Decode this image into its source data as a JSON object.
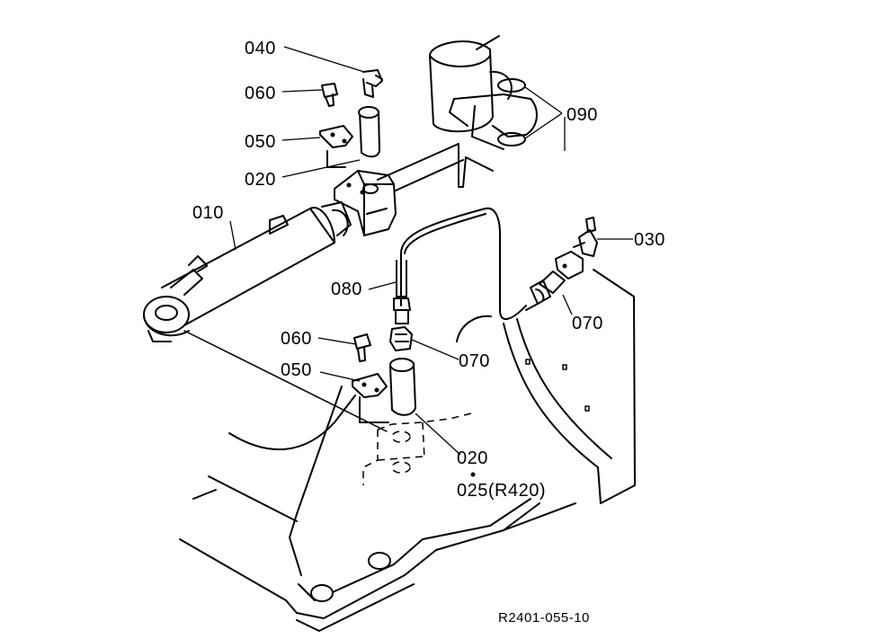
{
  "callouts": {
    "c040": "040",
    "c060_top": "060",
    "c050_top": "050",
    "c020_top": "020",
    "c010": "010",
    "c090": "090",
    "c030": "030",
    "c080": "080",
    "c070_right": "070",
    "c060_bottom": "060",
    "c050_bottom": "050",
    "c070_bottom": "070",
    "c020_bottom": "020",
    "c025": "025(R420)"
  },
  "drawing_ref": "R2401-055-10"
}
